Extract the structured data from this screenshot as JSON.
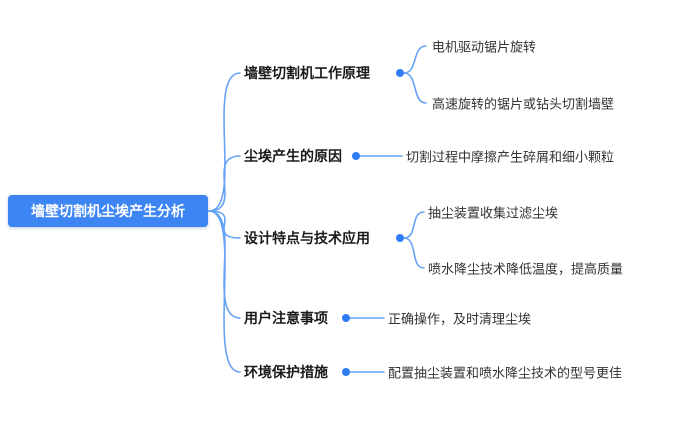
{
  "root": {
    "label": "墙壁切割机尘埃产生分析"
  },
  "branches": [
    {
      "label": "墙壁切割机工作原理",
      "children": [
        "电机驱动锯片旋转",
        "高速旋转的锯片或钻头切割墙壁"
      ]
    },
    {
      "label": "尘埃产生的原因",
      "children": [
        "切割过程中摩擦产生碎屑和细小颗粒"
      ]
    },
    {
      "label": "设计特点与技术应用",
      "children": [
        "抽尘装置收集过滤尘埃",
        "喷水降尘技术降低温度，提高质量"
      ]
    },
    {
      "label": "用户注意事项",
      "children": [
        "正确操作，及时清理尘埃"
      ]
    },
    {
      "label": "环境保护措施",
      "children": [
        "配置抽尘装置和喷水降尘技术的型号更佳"
      ]
    }
  ],
  "colors": {
    "root_bg": "#3e85f4",
    "accent": "#2f7cf5",
    "line": "#66a3f7",
    "text": "#333333"
  }
}
